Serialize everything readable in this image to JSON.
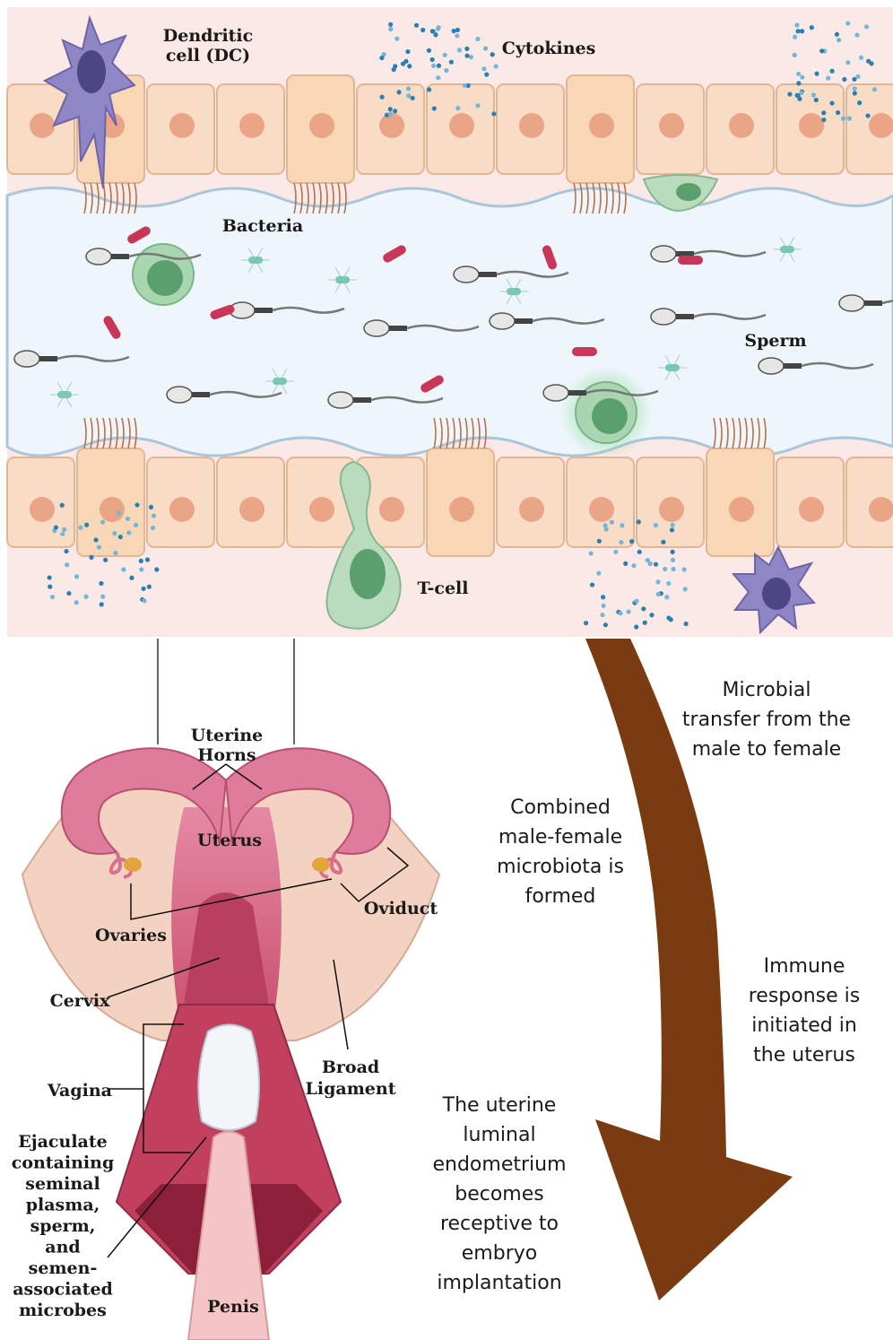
{
  "top_panel": {
    "labels": {
      "dendritic_cell": [
        "Dendritic",
        "cell (DC)"
      ],
      "cytokines": "Cytokines",
      "bacteria": "Bacteria",
      "sperm": "Sperm",
      "t_cell": "T-cell"
    }
  },
  "anatomy": {
    "labels": {
      "uterine_horns": [
        "Uterine",
        "Horns"
      ],
      "uterus": "Uterus",
      "ovaries": "Ovaries",
      "oviduct": "Oviduct",
      "cervix": "Cervix",
      "broad_ligament": [
        "Broad",
        "Ligament"
      ],
      "vagina": "Vagina",
      "ejaculate": [
        "Ejaculate",
        "containing",
        "seminal",
        "plasma,",
        "sperm,",
        "and",
        "semen-",
        "associated",
        "microbes"
      ],
      "penis": "Penis"
    }
  },
  "process": {
    "steps": [
      [
        "Microbial",
        "transfer from the",
        "male to female"
      ],
      [
        "Combined",
        "male-female",
        "microbiota is",
        "formed"
      ],
      [
        "Immune",
        "response is",
        "initiated in",
        "the uterus"
      ],
      [
        "The uterine",
        "luminal",
        "endometrium",
        "becomes",
        "receptive to",
        "embryo",
        "implantation"
      ]
    ],
    "arrow_color": "#7a3b10"
  }
}
